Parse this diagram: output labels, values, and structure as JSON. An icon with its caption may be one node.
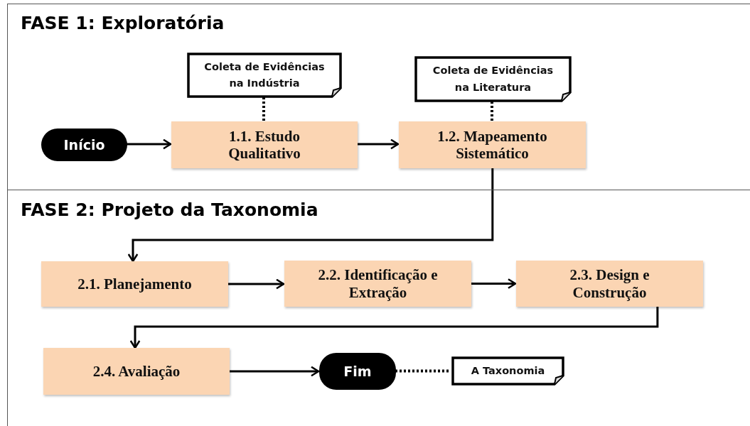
{
  "diagram": {
    "nodes": [
      {
        "text": [
          "FASE 1: Exploratória"
        ]
      },
      {
        "text": [
          "Início"
        ],
        "in": 0
      },
      {
        "text": [
          "Coleta de Evidências na Indústria"
        ],
        "in": 0
      },
      {
        "text": [
          "1.1. Estudo Qualitativo"
        ],
        "in": 0
      },
      {
        "text": [
          "Coleta de Evidências na Literatura"
        ],
        "in": 0
      },
      {
        "text": [
          "1.2. Mapeamento Sistemático"
        ],
        "in": 0
      },
      {
        "text": [
          "FASE 2: Projeto da Taxonomia"
        ]
      },
      {
        "text": [
          "2.1. Planejamento"
        ],
        "in": 6
      },
      {
        "text": [
          "2.2. Identificação e Extração"
        ],
        "in": 6
      },
      {
        "text": [
          "2.3. Design e Construção"
        ],
        "in": 6
      },
      {
        "text": [
          "2.4. Avaliação"
        ],
        "in": 6
      },
      {
        "text": [
          "Fim"
        ],
        "in": 6
      },
      {
        "text": [
          "A Taxonomia"
        ],
        "in": 6
      }
    ],
    "edges": [
      {
        "from": 1,
        "to": 3,
        "arrow": "to"
      },
      {
        "from": 2,
        "to": 3,
        "arrow": "none",
        "style": "dashed"
      },
      {
        "from": 3,
        "to": 5,
        "arrow": "to"
      },
      {
        "from": 4,
        "to": 5,
        "arrow": "none",
        "style": "dashed"
      },
      {
        "from": 5,
        "to": 7,
        "arrow": "to"
      },
      {
        "from": 7,
        "to": 8,
        "arrow": "to"
      },
      {
        "from": 8,
        "to": 9,
        "arrow": "to"
      },
      {
        "from": 9,
        "to": 10,
        "arrow": "to"
      },
      {
        "from": 10,
        "to": 11,
        "arrow": "to"
      },
      {
        "from": 11,
        "to": 12,
        "arrow": "none",
        "style": "dashed"
      }
    ]
  }
}
